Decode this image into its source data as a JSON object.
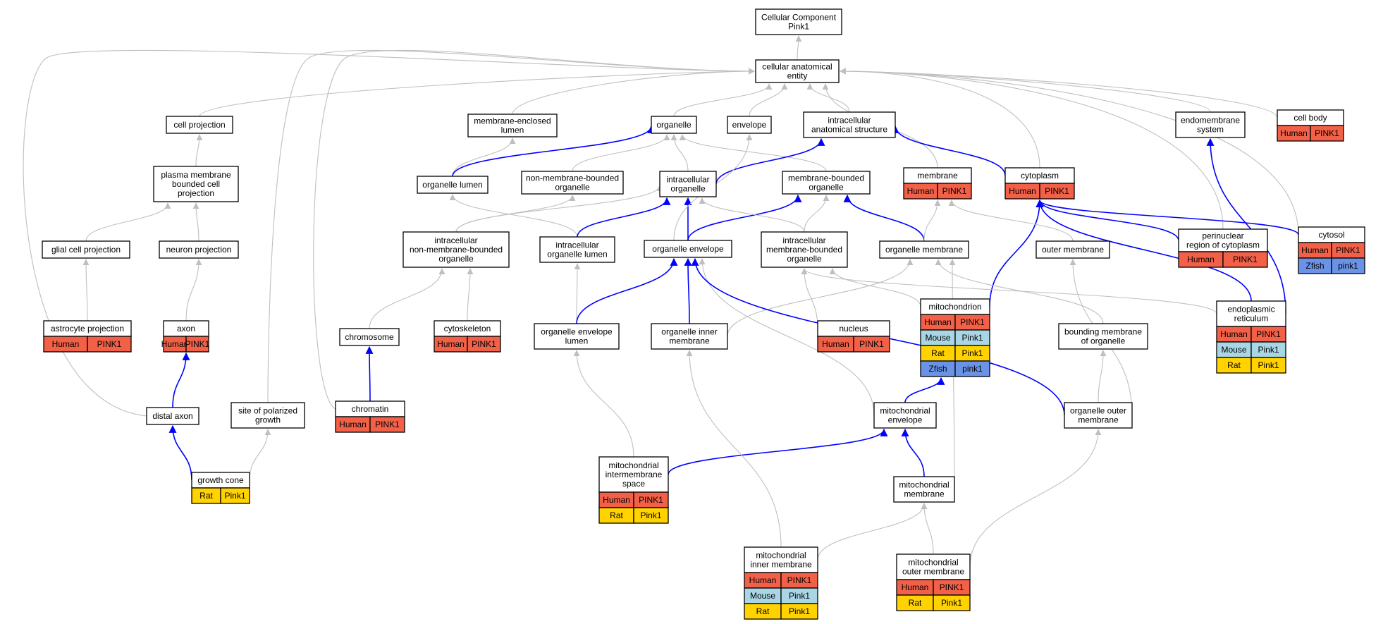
{
  "colors": {
    "human": "#f26048",
    "mouse": "#a9d6e5",
    "rat": "#ffd200",
    "zfish": "#6a93e8",
    "edge_gray": "#bfbfbf",
    "edge_blue": "#0000ff"
  },
  "nodes": {
    "root": {
      "lines": [
        "Cellular Component",
        "Pink1"
      ],
      "rows": []
    },
    "cae": {
      "lines": [
        "cellular anatomical",
        "entity"
      ],
      "rows": []
    },
    "cellproj": {
      "lines": [
        "cell projection"
      ],
      "rows": []
    },
    "melumen": {
      "lines": [
        "membrane-enclosed",
        "lumen"
      ],
      "rows": []
    },
    "organelle": {
      "lines": [
        "organelle"
      ],
      "rows": []
    },
    "envelope": {
      "lines": [
        "envelope"
      ],
      "rows": []
    },
    "ias": {
      "lines": [
        "intracellular",
        "anatomical structure"
      ],
      "rows": []
    },
    "endomem": {
      "lines": [
        "endomembrane",
        "system"
      ],
      "rows": []
    },
    "cellbody": {
      "lines": [
        "cell body"
      ],
      "rows": [
        [
          "Human",
          "PINK1",
          "human"
        ]
      ]
    },
    "pmbcp": {
      "lines": [
        "plasma membrane",
        "bounded cell",
        "projection"
      ],
      "rows": []
    },
    "orglumen": {
      "lines": [
        "organelle lumen"
      ],
      "rows": []
    },
    "nmbo": {
      "lines": [
        "non-membrane-bounded",
        "organelle"
      ],
      "rows": []
    },
    "intraorg": {
      "lines": [
        "intracellular",
        "organelle"
      ],
      "rows": []
    },
    "mbo": {
      "lines": [
        "membrane-bounded",
        "organelle"
      ],
      "rows": []
    },
    "membrane": {
      "lines": [
        "membrane"
      ],
      "rows": [
        [
          "Human",
          "PINK1",
          "human"
        ]
      ]
    },
    "cytoplasm": {
      "lines": [
        "cytoplasm"
      ],
      "rows": [
        [
          "Human",
          "PINK1",
          "human"
        ]
      ]
    },
    "glial": {
      "lines": [
        "glial cell projection"
      ],
      "rows": []
    },
    "neuronproj": {
      "lines": [
        "neuron projection"
      ],
      "rows": []
    },
    "innmbo": {
      "lines": [
        "intracellular",
        "non-membrane-bounded",
        "organelle"
      ],
      "rows": []
    },
    "intorglumen": {
      "lines": [
        "intracellular",
        "organelle lumen"
      ],
      "rows": []
    },
    "orgenv": {
      "lines": [
        "organelle envelope"
      ],
      "rows": []
    },
    "imbo": {
      "lines": [
        "intracellular",
        "membrane-bounded",
        "organelle"
      ],
      "rows": []
    },
    "orgmem": {
      "lines": [
        "organelle membrane"
      ],
      "rows": []
    },
    "outermem": {
      "lines": [
        "outer membrane"
      ],
      "rows": []
    },
    "perinuc": {
      "lines": [
        "perinuclear",
        "region of cytoplasm"
      ],
      "rows": [
        [
          "Human",
          "PINK1",
          "human"
        ]
      ]
    },
    "cytosol": {
      "lines": [
        "cytosol"
      ],
      "rows": [
        [
          "Human",
          "PINK1",
          "human"
        ],
        [
          "Zfish",
          "pink1",
          "zfish"
        ]
      ]
    },
    "astro": {
      "lines": [
        "astrocyte projection"
      ],
      "rows": [
        [
          "Human",
          "PINK1",
          "human"
        ]
      ]
    },
    "axon": {
      "lines": [
        "axon"
      ],
      "rows": [
        [
          "Human",
          "PINK1",
          "human"
        ]
      ]
    },
    "chromosome": {
      "lines": [
        "chromosome"
      ],
      "rows": []
    },
    "cytoskel": {
      "lines": [
        "cytoskeleton"
      ],
      "rows": [
        [
          "Human",
          "PINK1",
          "human"
        ]
      ]
    },
    "oel": {
      "lines": [
        "organelle envelope",
        "lumen"
      ],
      "rows": []
    },
    "oim": {
      "lines": [
        "organelle inner",
        "membrane"
      ],
      "rows": []
    },
    "nucleus": {
      "lines": [
        "nucleus"
      ],
      "rows": [
        [
          "Human",
          "PINK1",
          "human"
        ]
      ]
    },
    "mito": {
      "lines": [
        "mitochondrion"
      ],
      "rows": [
        [
          "Human",
          "PINK1",
          "human"
        ],
        [
          "Mouse",
          "Pink1",
          "mouse"
        ],
        [
          "Rat",
          "Pink1",
          "rat"
        ],
        [
          "Zfish",
          "pink1",
          "zfish"
        ]
      ]
    },
    "bmo": {
      "lines": [
        "bounding membrane",
        "of organelle"
      ],
      "rows": []
    },
    "er": {
      "lines": [
        "endoplasmic",
        "reticulum"
      ],
      "rows": [
        [
          "Human",
          "PINK1",
          "human"
        ],
        [
          "Mouse",
          "Pink1",
          "mouse"
        ],
        [
          "Rat",
          "Pink1",
          "rat"
        ]
      ]
    },
    "distalaxon": {
      "lines": [
        "distal axon"
      ],
      "rows": []
    },
    "spg": {
      "lines": [
        "site of polarized",
        "growth"
      ],
      "rows": []
    },
    "chromatin": {
      "lines": [
        "chromatin"
      ],
      "rows": [
        [
          "Human",
          "PINK1",
          "human"
        ]
      ]
    },
    "mitoenv": {
      "lines": [
        "mitochondrial",
        "envelope"
      ],
      "rows": []
    },
    "oom": {
      "lines": [
        "organelle outer",
        "membrane"
      ],
      "rows": []
    },
    "growthcone": {
      "lines": [
        "growth cone"
      ],
      "rows": [
        [
          "Rat",
          "Pink1",
          "rat"
        ]
      ]
    },
    "mis": {
      "lines": [
        "mitochondrial",
        "intermembrane",
        "space"
      ],
      "rows": [
        [
          "Human",
          "PINK1",
          "human"
        ],
        [
          "Rat",
          "Pink1",
          "rat"
        ]
      ]
    },
    "mitomem": {
      "lines": [
        "mitochondrial",
        "membrane"
      ],
      "rows": []
    },
    "mim": {
      "lines": [
        "mitochondrial",
        "inner membrane"
      ],
      "rows": [
        [
          "Human",
          "PINK1",
          "human"
        ],
        [
          "Mouse",
          "Pink1",
          "mouse"
        ],
        [
          "Rat",
          "Pink1",
          "rat"
        ]
      ]
    },
    "mom": {
      "lines": [
        "mitochondrial",
        "outer membrane"
      ],
      "rows": [
        [
          "Human",
          "PINK1",
          "human"
        ],
        [
          "Rat",
          "Pink1",
          "rat"
        ]
      ]
    }
  }
}
